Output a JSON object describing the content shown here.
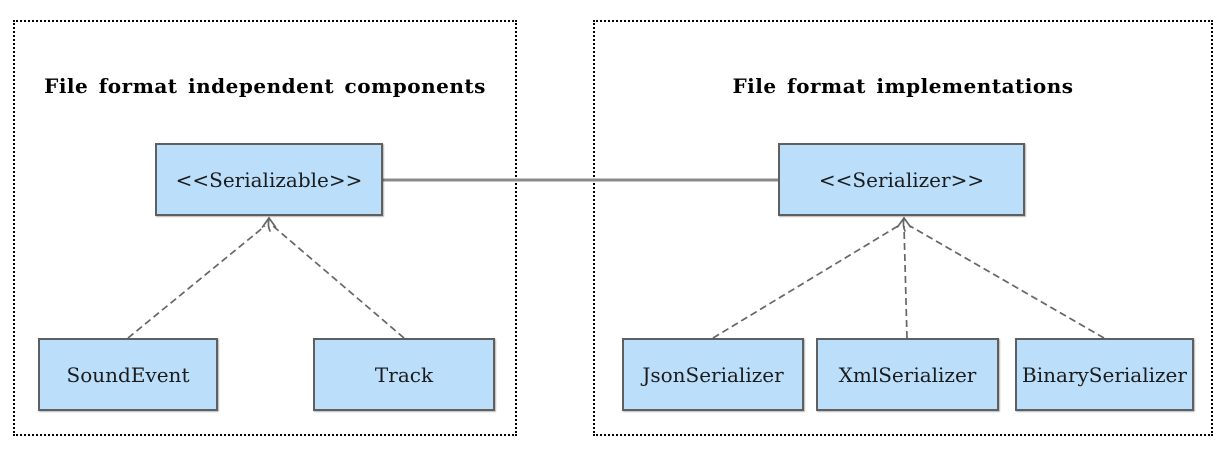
{
  "diagram": {
    "type": "uml-class-diagram",
    "colors": {
      "background": "#ffffff",
      "box_fill": "#bbdefb",
      "box_border": "#5f5f5f",
      "container_border": "#000000",
      "association_line": "#8a8a8a",
      "dashed_line": "#666666",
      "title_text": "#000000",
      "label_text": "#1b1b1b"
    },
    "left_container": {
      "title": "File format independent components",
      "parent": {
        "label": "<<Serializable>>"
      },
      "children": [
        {
          "label": "SoundEvent"
        },
        {
          "label": "Track"
        }
      ]
    },
    "right_container": {
      "title": "File format implementations",
      "parent": {
        "label": "<<Serializer>>"
      },
      "children": [
        {
          "label": "JsonSerializer"
        },
        {
          "label": "XmlSerializer"
        },
        {
          "label": "BinarySerializer"
        }
      ]
    },
    "relationships": {
      "association": "Serializable — Serializer (solid line)",
      "left_realizations": [
        "SoundEvent -> Serializable",
        "Track -> Serializable"
      ],
      "right_realizations": [
        "JsonSerializer -> Serializer",
        "XmlSerializer -> Serializer",
        "BinarySerializer -> Serializer"
      ]
    }
  }
}
